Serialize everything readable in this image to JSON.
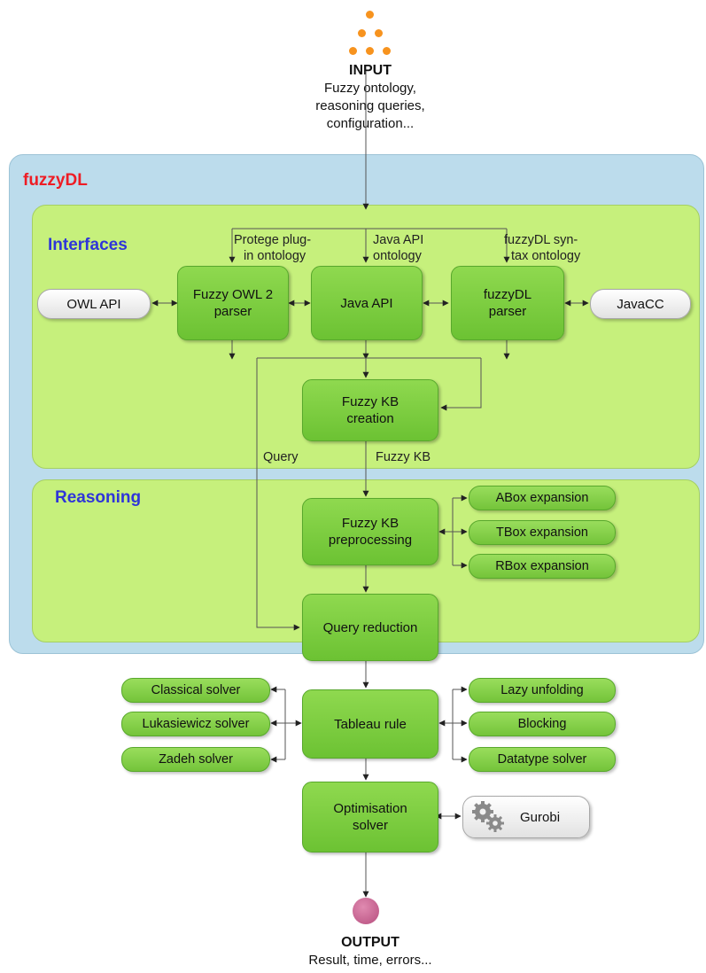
{
  "input": {
    "title": "INPUT",
    "desc_lines": [
      "Fuzzy ontology,",
      "reasoning queries,",
      "configuration..."
    ],
    "icon": "orange-dot-triangle-icon"
  },
  "output": {
    "title": "OUTPUT",
    "desc": "Result, time, errors...",
    "icon": "pink-circle-icon"
  },
  "system": {
    "title": "fuzzyDL"
  },
  "interfaces": {
    "title": "Interfaces",
    "labels": {
      "protege": [
        "Protege plug-",
        "in ontology"
      ],
      "javaapi": [
        "Java API",
        "ontology"
      ],
      "fdlsyntax": [
        "fuzzyDL syn-",
        "tax ontology"
      ]
    },
    "nodes": {
      "fuzzy_owl2_parser": [
        "Fuzzy OWL 2",
        "parser"
      ],
      "java_api": "Java API",
      "fuzzydl_parser": [
        "fuzzyDL",
        "parser"
      ],
      "fuzzy_kb_creation": [
        "Fuzzy KB",
        "creation"
      ]
    },
    "external": {
      "owl_api": "OWL API",
      "javacc": "JavaCC"
    }
  },
  "edge_labels": {
    "query": "Query",
    "fuzzy_kb": "Fuzzy KB"
  },
  "reasoning": {
    "title": "Reasoning",
    "nodes": {
      "preprocessing": [
        "Fuzzy KB",
        "preprocessing"
      ],
      "query_reduction": "Query reduction",
      "tableau_rule": "Tableau rule",
      "optimisation_solver": [
        "Optimisation",
        "solver"
      ]
    },
    "expansions": [
      "ABox expansion",
      "TBox expansion",
      "RBox expansion"
    ],
    "solvers": [
      "Classical solver",
      "Lukasiewicz solver",
      "Zadeh solver"
    ],
    "tableau_options": [
      "Lazy unfolding",
      "Blocking",
      "Datatype solver"
    ],
    "external_solver": {
      "label": "Gurobi",
      "icon": "gears-icon"
    }
  },
  "colors": {
    "system_title": "#ee1c24",
    "section_title": "#2f35d9",
    "outer_panel": "#bcdcec",
    "inner_panel": "#c6f07c",
    "node": "#7fcf43",
    "input_dots": "#f7931e",
    "output_dot": "#c8618f"
  }
}
